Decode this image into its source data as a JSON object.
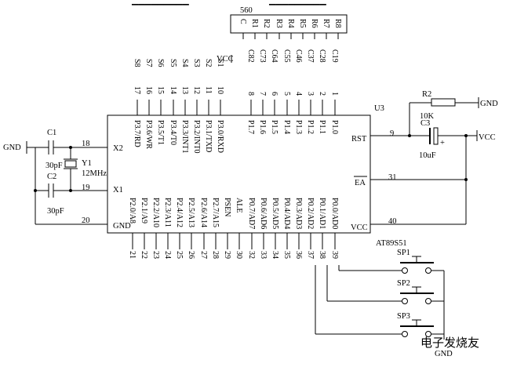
{
  "top_fragment": "▁▁▁▁▁▁▁▁▁",
  "header_560": "560",
  "resnet": {
    "pins": [
      "C",
      "R1",
      "R2",
      "R3",
      "R4",
      "R5",
      "R6",
      "R7",
      "R8"
    ]
  },
  "ic": {
    "ref": "U3",
    "part": "AT89S51",
    "p3_names": [
      "P3.7/RD",
      "P3.6/WR",
      "P3.5/T1",
      "P3.4/T0",
      "P3.3/INT1",
      "P3.2/INT0",
      "P3.1/TXD",
      "P3.0/RXD"
    ],
    "p3_pins": [
      "17",
      "16",
      "15",
      "14",
      "13",
      "12",
      "11",
      "10"
    ],
    "p1_names": [
      "P1.7",
      "P1.6",
      "P1.5",
      "P1.4",
      "P1.3",
      "P1.2",
      "P1.1",
      "P1.0"
    ],
    "p1_pins": [
      "8",
      "7",
      "6",
      "5",
      "4",
      "3",
      "2",
      "1"
    ],
    "bottom_names": [
      "P2.0/A8",
      "P2.1/A9",
      "P2.2/A10",
      "P2.3/A11",
      "P2.4/A12",
      "P2.5/A13",
      "P2.6/A14",
      "P2.7/A15",
      "PSEN",
      "ALE",
      "P0.7/AD7",
      "P0.6/AD6",
      "P0.5/AD5",
      "P0.4/AD4",
      "P0.3/AD3",
      "P0.2/AD2",
      "P0.1/AD1",
      "P0.0/AD0"
    ],
    "bottom_pins": [
      "21",
      "22",
      "23",
      "24",
      "25",
      "26",
      "27",
      "28",
      "29",
      "30",
      "32",
      "33",
      "34",
      "35",
      "36",
      "37",
      "38",
      "39"
    ],
    "left_labels": {
      "x2": "X2",
      "x1": "X1",
      "gnd": "GND"
    },
    "left_pins": {
      "x2": "18",
      "x1": "19",
      "gnd": "20"
    },
    "right_labels": {
      "rst": "RST",
      "ea": "EA",
      "vcc": "VCC"
    },
    "right_pins": {
      "rst": "9",
      "ea": "31",
      "vcc": "40"
    }
  },
  "switch_labels": [
    "S8",
    "S7",
    "S6",
    "S5",
    "S4",
    "S3",
    "S2",
    "S1"
  ],
  "vcc_top": "VCC",
  "net_labels": [
    "C82",
    "C73",
    "C64",
    "C55",
    "C46",
    "C37",
    "C28",
    "C19"
  ],
  "crystal": {
    "c1": "C1",
    "c2": "C2",
    "y1": "Y1",
    "c1_val": "30pF",
    "c2_val": "30pF",
    "y1_val": "12MHz",
    "gnd": "GND"
  },
  "reset": {
    "r2": "R2",
    "r2_val": "10K",
    "c3": "C3",
    "c3_val": "10uF",
    "plus": "+",
    "gnd": "GND",
    "vcc": "VCC"
  },
  "buttons": [
    "SP1",
    "SP2",
    "SP3"
  ],
  "bottom_gnd": "GND",
  "watermark": "电子发烧友"
}
